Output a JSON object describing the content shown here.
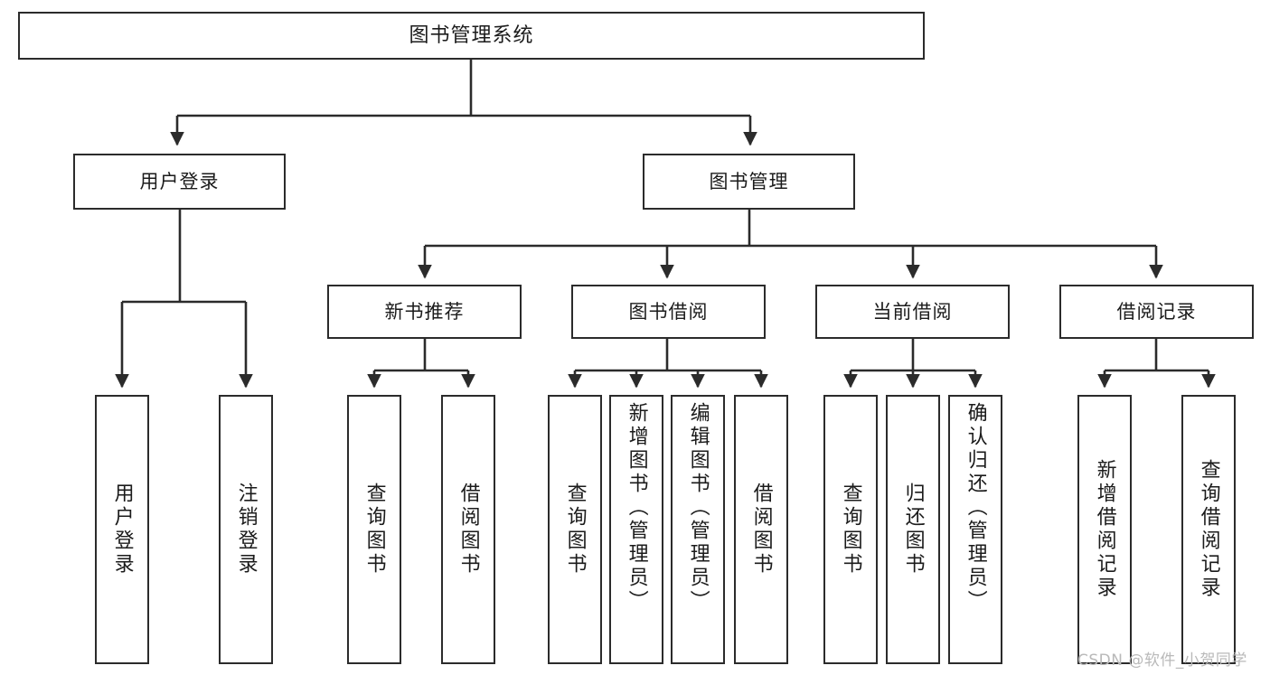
{
  "diagram": {
    "title": "图书管理系统",
    "type": "tree-hierarchy-diagram",
    "root": {
      "label": "图书管理系统"
    },
    "level2": [
      {
        "label": "用户登录"
      },
      {
        "label": "图书管理"
      }
    ],
    "level3": [
      {
        "label": "新书推荐"
      },
      {
        "label": "图书借阅"
      },
      {
        "label": "当前借阅"
      },
      {
        "label": "借阅记录"
      }
    ],
    "leaves": {
      "user_login": [
        {
          "label": "用户登录"
        },
        {
          "label": "注销登录"
        }
      ],
      "new_book_recommend": [
        {
          "label": "查询图书"
        },
        {
          "label": "借阅图书"
        }
      ],
      "book_borrow": [
        {
          "label": "查询图书"
        },
        {
          "label": "新增图书（管理员）"
        },
        {
          "label": "编辑图书（管理员）"
        },
        {
          "label": "借阅图书"
        }
      ],
      "current_borrow": [
        {
          "label": "查询图书"
        },
        {
          "label": "归还图书"
        },
        {
          "label": "确认归还（管理员）"
        }
      ],
      "borrow_record": [
        {
          "label": "新增借阅记录"
        },
        {
          "label": "查询借阅记录"
        }
      ]
    }
  },
  "watermark": {
    "text": "CSDN @软件_小贺同学"
  },
  "colors": {
    "border": "#2b2b2b",
    "text": "#1b1b1b",
    "background": "#ffffff",
    "watermark": "#b9b9b9"
  }
}
